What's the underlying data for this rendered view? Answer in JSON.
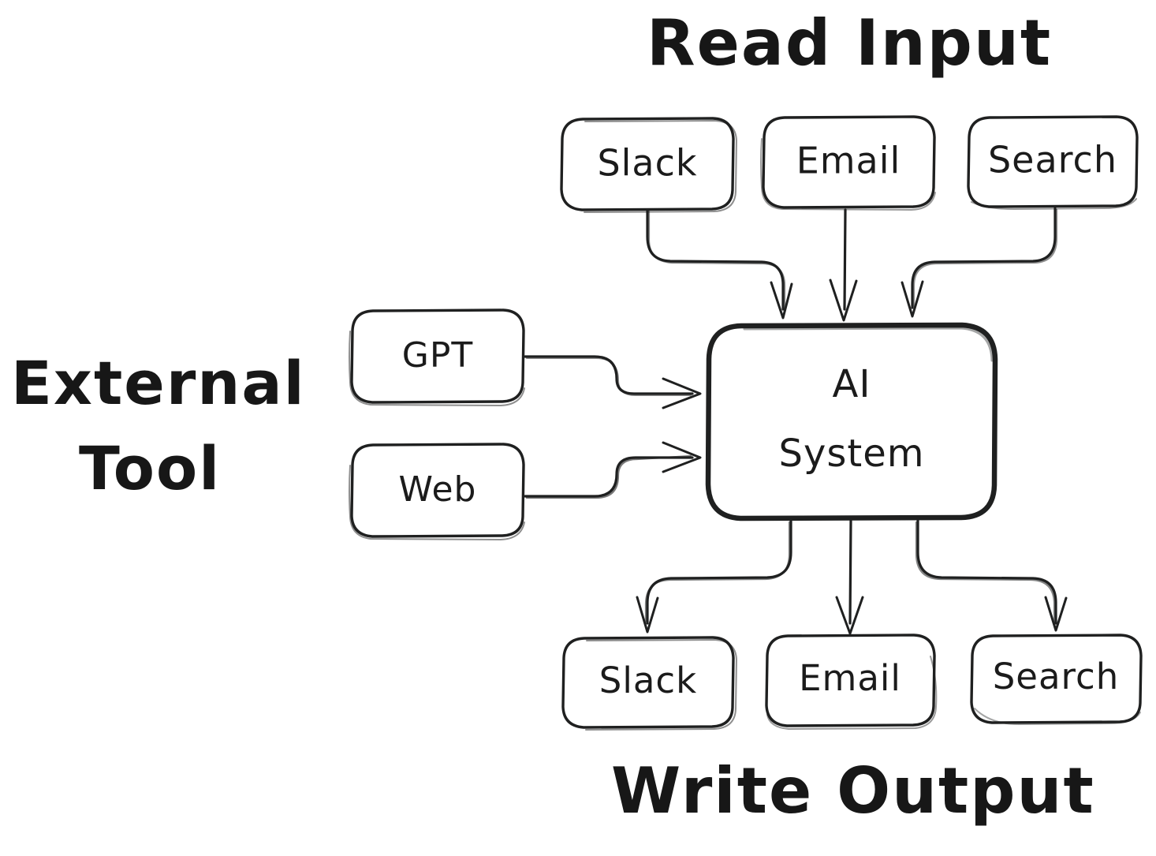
{
  "diagram": {
    "title_read_input": "Read Input",
    "title_write_output": "Write Output",
    "title_external_tool_line1": "External",
    "title_external_tool_line2": "Tool",
    "center_node": {
      "line1": "AI",
      "line2": "System"
    },
    "input_nodes": [
      {
        "label": "Slack"
      },
      {
        "label": "Email"
      },
      {
        "label": "Search"
      }
    ],
    "output_nodes": [
      {
        "label": "Slack"
      },
      {
        "label": "Email"
      },
      {
        "label": "Search"
      }
    ],
    "tool_nodes": [
      {
        "label": "GPT"
      },
      {
        "label": "Web"
      }
    ],
    "colors": {
      "stroke": "#1f2020",
      "text": "#1b1b1b",
      "background": "#ffffff"
    }
  }
}
